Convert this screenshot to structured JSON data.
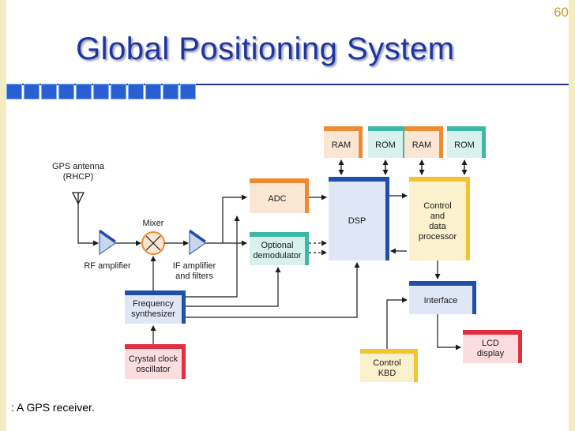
{
  "slide_number": "60",
  "title": "Global Positioning System",
  "caption": ": A GPS receiver.",
  "blocks": {
    "gps_antenna": [
      "GPS antenna",
      "(RHCP)"
    ],
    "rf_amplifier": "RF amplifier",
    "mixer": "Mixer",
    "if_amplifier": [
      "IF amplifier",
      "and filters"
    ],
    "adc": "ADC",
    "demodulator": [
      "Optional",
      "demodulator"
    ],
    "dsp": "DSP",
    "ram1": "RAM",
    "rom1": "ROM",
    "ram2": "RAM",
    "rom2": "ROM",
    "control_processor": [
      "Control",
      "and",
      "data",
      "processor"
    ],
    "interface": "Interface",
    "freq_synth": [
      "Frequency",
      "synthesizer"
    ],
    "crystal": [
      "Crystal clock",
      "oscillator"
    ],
    "control_kbd": [
      "Control",
      "KBD"
    ],
    "lcd": [
      "LCD",
      "display"
    ]
  },
  "colors": {
    "title": "#1f34a0",
    "orange_bar": "#f08a30",
    "teal_bar": "#3cb8a8",
    "blue_bar": "#1f4fa8",
    "yellow_bar": "#f4c430",
    "red_bar": "#e03040"
  }
}
